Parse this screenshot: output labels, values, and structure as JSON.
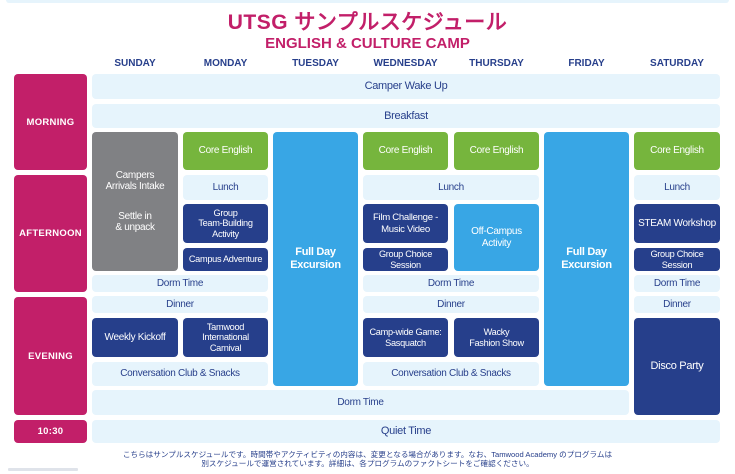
{
  "header": {
    "title": "UTSG サンプルスケジュール",
    "subtitle": "ENGLISH & CULTURE CAMP"
  },
  "days": [
    "SUNDAY",
    "MONDAY",
    "TUESDAY",
    "WEDNESDAY",
    "THURSDAY",
    "FRIDAY",
    "SATURDAY"
  ],
  "periods": {
    "morning": "MORNING",
    "afternoon": "AFTERNOON",
    "evening": "EVENING",
    "time_1030": "10:30"
  },
  "colors": {
    "brand_magenta": "#c21f69",
    "navy": "#263f8b",
    "green": "#76b53d",
    "sky_blue": "#38a6e5",
    "gray": "#808184",
    "light_blue": "#e6f4fc"
  },
  "schedule": {
    "camper_wake_up": "Camper Wake Up",
    "breakfast": "Breakfast",
    "sunday": {
      "arrivals": "Campers\nArrivals Intake",
      "settle": "Settle in\n& unpack",
      "dorm_time": "Dorm Time",
      "dinner": "Dinner",
      "evening": "Weekly Kickoff"
    },
    "monday": {
      "core_english": "Core English",
      "lunch": "Lunch",
      "activity_1": "Group\nTeam-Building\nActivity",
      "activity_2": "Campus Adventure",
      "evening": "Tamwood\nInternational\nCarnival"
    },
    "tuesday": {
      "excursion": "Full Day\nExcursion"
    },
    "wednesday": {
      "core_english": "Core English",
      "activity_1": "Film Challenge -\nMusic Video",
      "activity_2": "Group Choice\nSession",
      "evening": "Camp-wide Game:\nSasquatch"
    },
    "thursday": {
      "core_english": "Core English",
      "activity_1": "Off-Campus\nActivity",
      "evening": "Wacky\nFashion Show"
    },
    "wed_thu_shared": {
      "lunch": "Lunch",
      "dorm_time": "Dorm Time",
      "dinner": "Dinner",
      "conversation": "Conversation Club & Snacks"
    },
    "sun_mon_shared": {
      "conversation": "Conversation Club & Snacks"
    },
    "friday": {
      "excursion": "Full Day\nExcursion"
    },
    "saturday": {
      "core_english": "Core English",
      "lunch": "Lunch",
      "activity_1": "STEAM Workshop",
      "activity_2": "Group Choice\nSession",
      "dorm_time": "Dorm Time",
      "dinner": "Dinner",
      "evening": "Disco Party"
    },
    "night_dorm_time": "Dorm Time",
    "quiet_time": "Quiet Time"
  },
  "footnote": {
    "line1": "こちらはサンプルスケジュールです。時間帯やアクティビティの内容は、変更となる場合があります。なお、Tamwood Academy のプログラムは",
    "line2": "別スケジュールで運営されています。詳細は、各プログラムのファクトシートをご確認ください。"
  }
}
